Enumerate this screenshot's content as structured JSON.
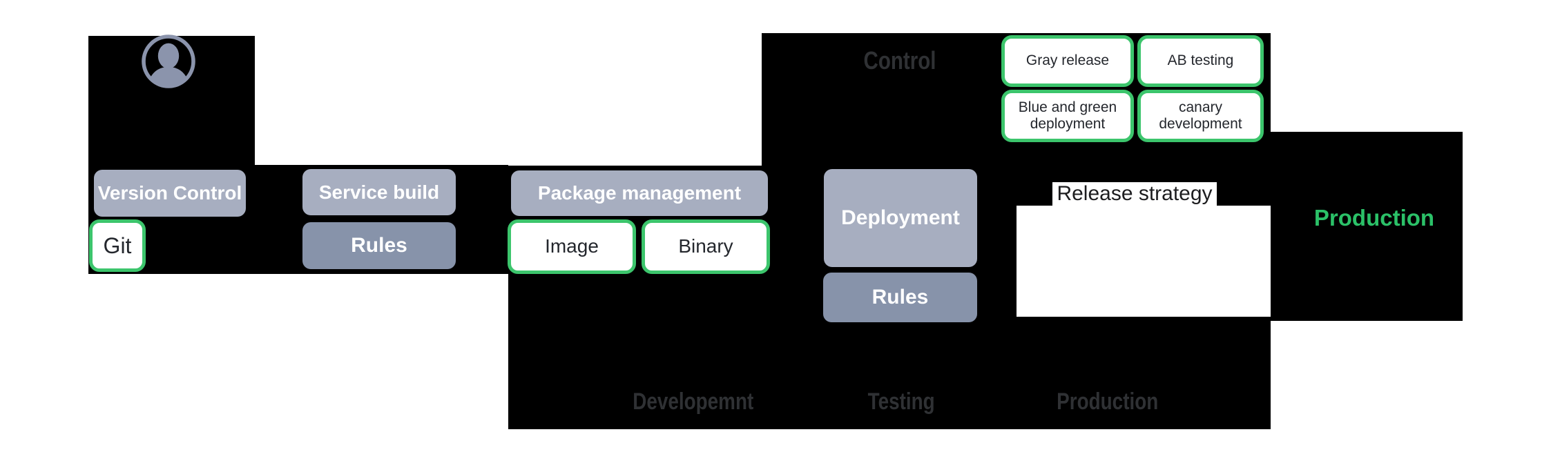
{
  "colors": {
    "background": "#ffffff",
    "block": "#000000",
    "stage_button": "#a7aec0",
    "rules_button": "#8793aa",
    "green_border": "#3cc56c",
    "green_text": "#2bc168",
    "dark_label": "#2f3134",
    "box_text": "#24272d",
    "button_text": "#ffffff"
  },
  "avatar": {
    "icon": "user-avatar-icon"
  },
  "stages": {
    "version_control": {
      "label": "Version Control"
    },
    "git": {
      "label": "Git"
    },
    "service_build": {
      "label": "Service build"
    },
    "rules_build": {
      "label": "Rules"
    },
    "package_management": {
      "label": "Package management"
    },
    "image": {
      "label": "Image"
    },
    "binary": {
      "label": "Binary"
    },
    "control": {
      "label": "Control"
    },
    "deployment": {
      "label": "Deployment"
    },
    "rules_deploy": {
      "label": "Rules"
    },
    "release_strategy": {
      "label": "Release strategy"
    },
    "production_stage": {
      "label": "Production"
    }
  },
  "release_options": [
    {
      "label": "Gray release"
    },
    {
      "label": "AB testing"
    },
    {
      "label": "Blue and green deployment"
    },
    {
      "label": "canary development"
    }
  ],
  "environment_labels": [
    {
      "label": "Developemnt"
    },
    {
      "label": "Testing"
    },
    {
      "label": "Production"
    }
  ]
}
